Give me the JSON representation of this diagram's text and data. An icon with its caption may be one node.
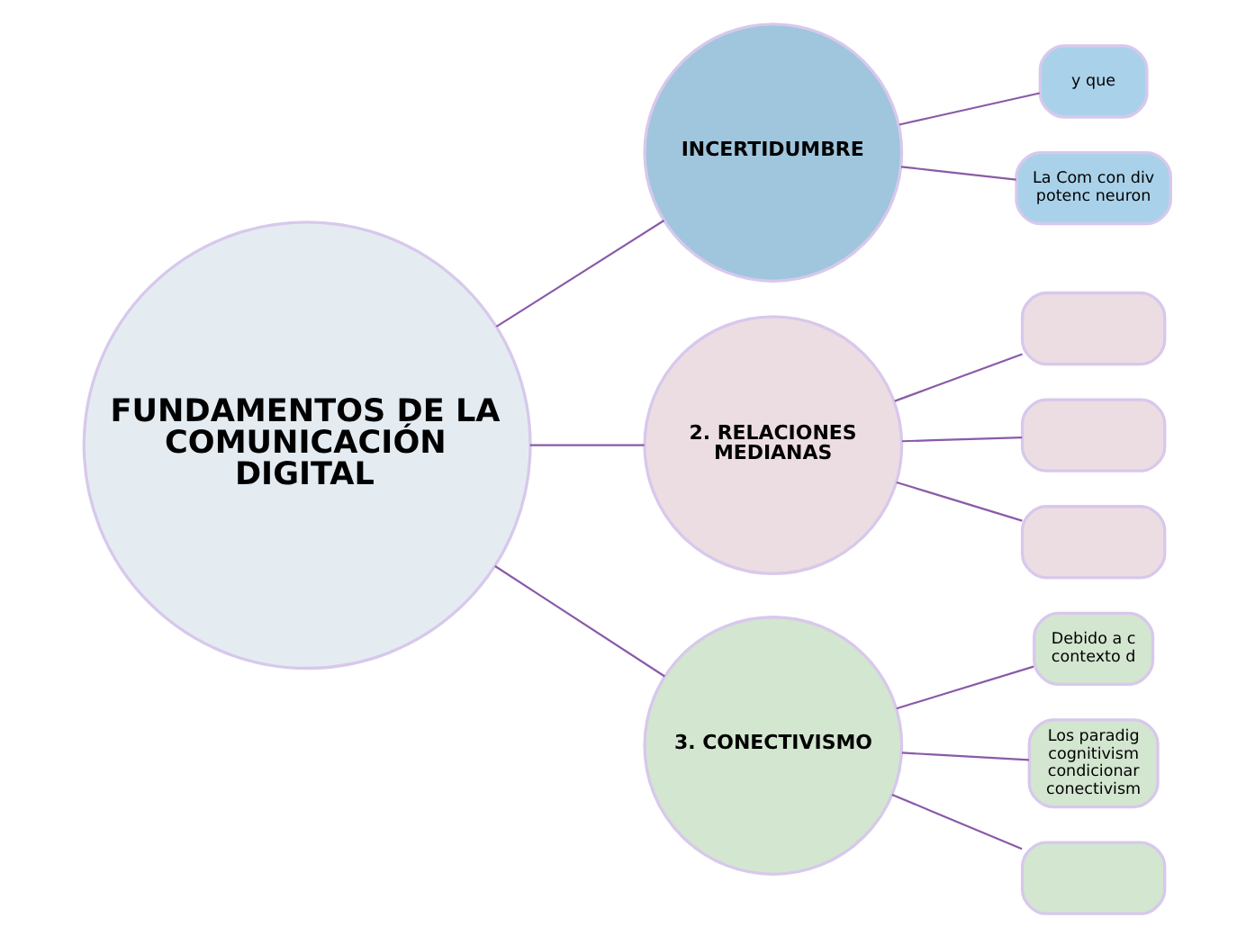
{
  "diagram": {
    "nodes": [
      {
        "text": [
          "FUNDAMENTOS DE LA COMUNICACIÓN DIGITAL"
        ]
      },
      {
        "text": [
          "INCERTIDUMBRE"
        ]
      },
      {
        "text": [
          "y que"
        ]
      },
      {
        "text": [
          "La Com con div potenc neuron"
        ]
      },
      {
        "text": [
          "2. RELACIONES MEDIANAS"
        ]
      },
      {
        "text": [],
        "shape": "box"
      },
      {
        "text": [],
        "shape": "box"
      },
      {
        "text": [],
        "shape": "box"
      },
      {
        "text": [
          "3. CONECTIVISMO"
        ]
      },
      {
        "text": [
          "Debido a c contexto d"
        ]
      },
      {
        "text": [
          "Los paradig cognitivism condicionar conectivism"
        ]
      },
      {
        "text": [],
        "shape": "box"
      }
    ],
    "edges": [
      {
        "from": 0,
        "to": 1,
        "arrow": "none"
      },
      {
        "from": 1,
        "to": 2,
        "arrow": "none"
      },
      {
        "from": 1,
        "to": 3,
        "arrow": "none"
      },
      {
        "from": 0,
        "to": 4,
        "arrow": "none"
      },
      {
        "from": 4,
        "to": 5,
        "arrow": "none"
      },
      {
        "from": 4,
        "to": 6,
        "arrow": "none"
      },
      {
        "from": 4,
        "to": 7,
        "arrow": "none"
      },
      {
        "from": 0,
        "to": 8,
        "arrow": "none"
      },
      {
        "from": 8,
        "to": 9,
        "arrow": "none"
      },
      {
        "from": 8,
        "to": 10,
        "arrow": "none"
      },
      {
        "from": 8,
        "to": 11,
        "arrow": "none"
      }
    ]
  }
}
